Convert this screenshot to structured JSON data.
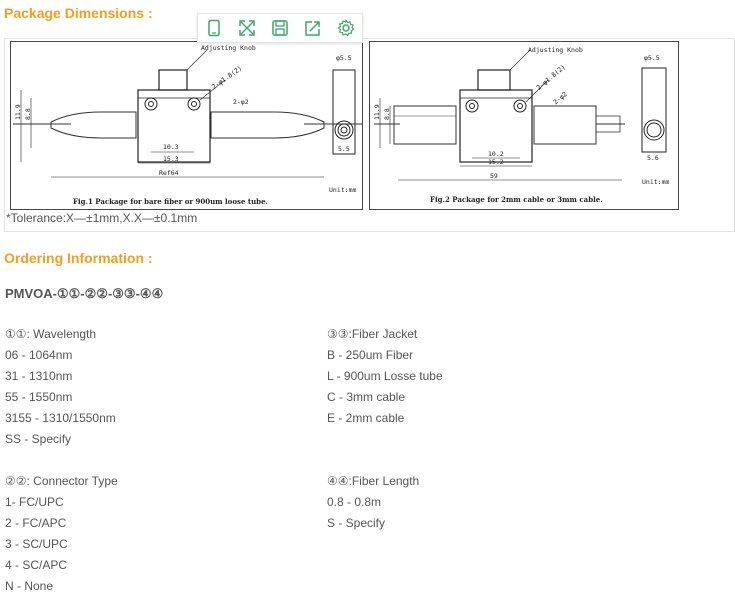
{
  "package_dimensions": {
    "title": "Package Dimensions :",
    "toolbar": [
      {
        "name": "tablet-icon"
      },
      {
        "name": "fullscreen-icon"
      },
      {
        "name": "save-icon"
      },
      {
        "name": "share-icon"
      },
      {
        "name": "settings-icon"
      }
    ],
    "fig1": {
      "knob_label": "Adjusting Knob",
      "diam_label_1": "2-φ1.8(2)",
      "diam_label_2": "2-φ2",
      "height_label": "11.9",
      "height_label_2": "8.8",
      "dim_inner": "10.3",
      "dim_outer": "15.3",
      "dim_ref": "Ref64",
      "side_top": "φ5.5",
      "side_bottom": "5.5",
      "unit": "Unit:mm",
      "caption": "Fig.1 Package for bare fiber or 900um loose tube."
    },
    "fig2": {
      "knob_label": "Adjusting Knob",
      "diam_label_1": "2-φ1.8(2)",
      "diam_label_2": "2-φ2",
      "height_label": "11.9",
      "height_label_2": "8.8",
      "dim_inner": "10.2",
      "dim_outer": "15.2",
      "dim_ref": "59",
      "side_top": "φ5.5",
      "side_bottom": "5.6",
      "unit": "Unit:mm",
      "caption": "Fig.2 Package for 2mm cable or 3mm cable."
    },
    "tolerance": "*Tolerance:X—±1mm,X.X—±0.1mm"
  },
  "ordering": {
    "title": "Ordering Information :",
    "part_number": "PMVOA-①①-②②-③③-④④",
    "left_column": [
      "①①: Wavelength",
      "06 - 1064nm",
      "31 - 1310nm",
      "55 - 1550nm",
      "3155 - 1310/1550nm",
      "SS - Specify",
      "",
      "②②: Connector Type",
      "1- FC/UPC",
      "2 - FC/APC",
      "3 - SC/UPC",
      "4 - SC/APC",
      "N - None"
    ],
    "right_column": [
      "③③:Fiber Jacket",
      "B - 250um Fiber",
      "L - 900um Losse tube",
      "C - 3mm cable",
      "E - 2mm cable",
      "",
      "",
      "④④:Fiber Length",
      "0.8 - 0.8m",
      "S - Specify"
    ]
  }
}
